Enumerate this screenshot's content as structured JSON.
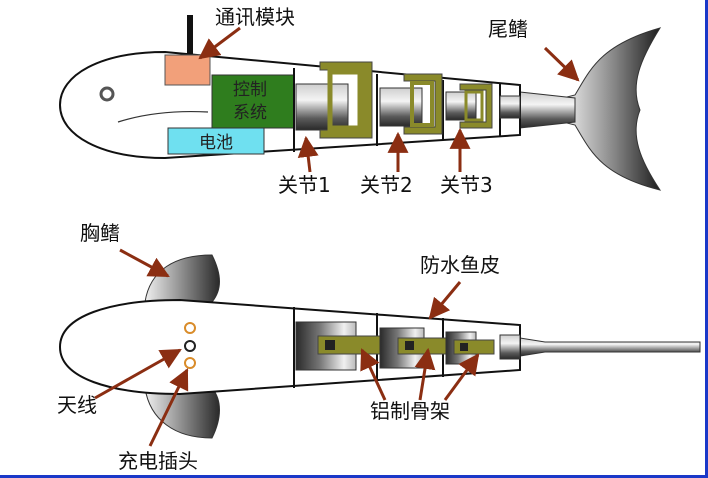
{
  "top_view": {
    "labels": {
      "comm_module": "通讯模块",
      "caudal_fin": "尾鳍",
      "control_line1": "控制",
      "control_line2": "系统",
      "battery": "电池",
      "joint1": "关节1",
      "joint2": "关节2",
      "joint3": "关节3"
    }
  },
  "bottom_view": {
    "labels": {
      "pectoral_fin": "胸鳍",
      "waterproof_skin": "防水鱼皮",
      "antenna": "天线",
      "aluminum_frame": "铝制骨架",
      "charge_port": "充电插头"
    }
  },
  "colors": {
    "arrow": "#8b2e12",
    "comm_module": "#f2a07a",
    "control": "#2f7d1e",
    "battery": "#6fe0f0",
    "frame": "#8a8a2a",
    "border": "#1a38c8"
  }
}
